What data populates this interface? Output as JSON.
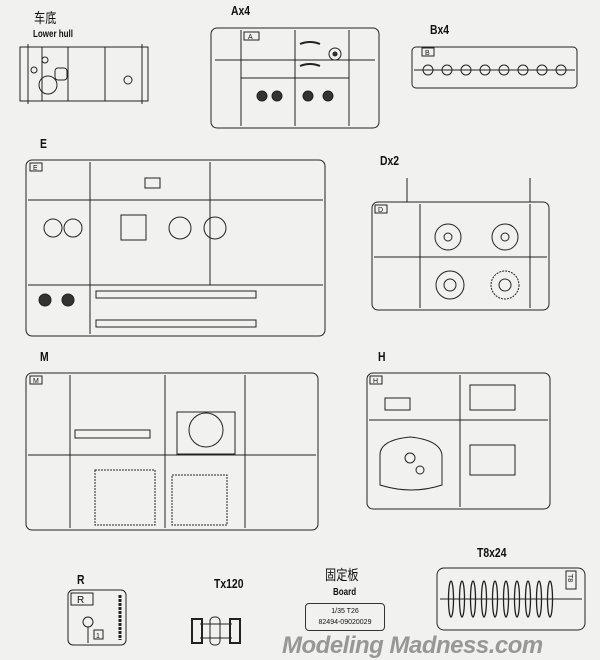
{
  "watermark": "Modeling Madness.com",
  "lower_hull": {
    "label_cn": "车底",
    "label_en": "Lower hull"
  },
  "sprues": {
    "A": {
      "title": "Ax4",
      "tag": "A"
    },
    "B": {
      "title": "Bx4",
      "tag": "B"
    },
    "E": {
      "title": "E",
      "tag": "E"
    },
    "D": {
      "title": "Dx2",
      "tag": "D"
    },
    "M": {
      "title": "M",
      "tag": "M"
    },
    "H": {
      "title": "H",
      "tag": "H"
    },
    "R": {
      "title": "R",
      "tag": "R",
      "part": "1"
    },
    "T": {
      "title": "Tx120"
    },
    "T8": {
      "title": "T8x24",
      "tag": "T8"
    }
  },
  "board": {
    "label_cn": "固定板",
    "label_en": "Board",
    "line1": "1/35  T26",
    "line2": "82494-09020029"
  }
}
